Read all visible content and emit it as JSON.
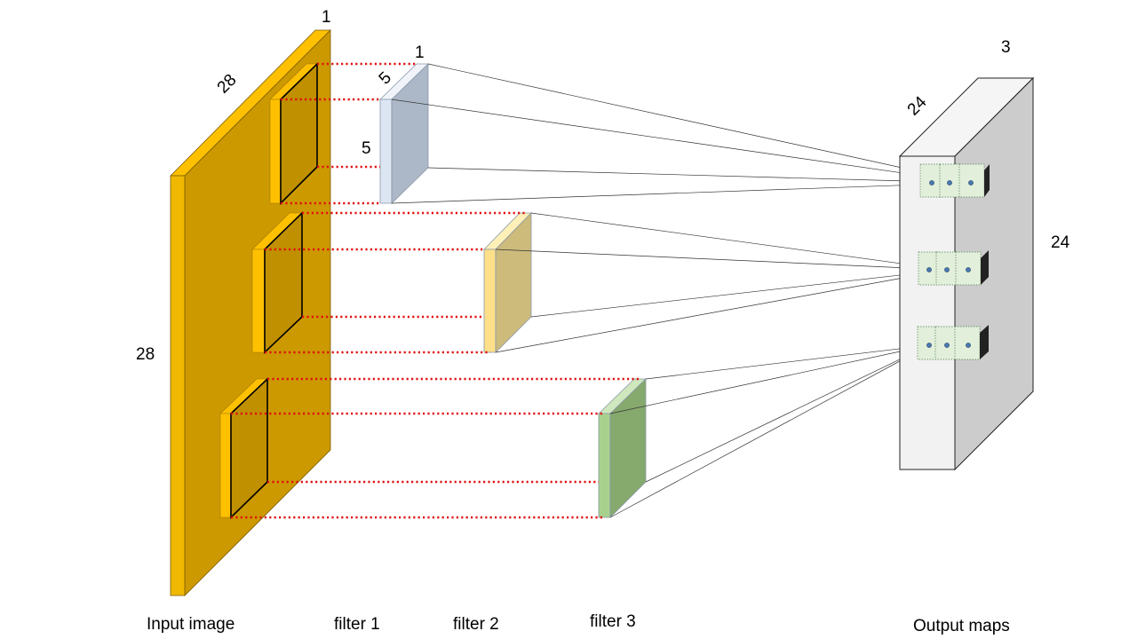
{
  "input": {
    "caption": "Input image",
    "depth_label": "1",
    "width_label": "28",
    "height_label": "28",
    "colors": {
      "front": "#cc9900",
      "side": "#f0b800",
      "top": "#ffc000"
    }
  },
  "filters": [
    {
      "caption": "filter 1",
      "depth_label": "1",
      "width_label": "5",
      "height_label": "5",
      "colors": {
        "front": "#acb8c8",
        "side": "#dce6f2",
        "top": "#f0f4fa"
      }
    },
    {
      "caption": "filter 2",
      "colors": {
        "front": "#cdbb7c",
        "side": "#ffe08a",
        "top": "#fff0b8"
      }
    },
    {
      "caption": "filter 3",
      "colors": {
        "front": "#86a96e",
        "side": "#a9d18e",
        "top": "#cfe7bd"
      }
    }
  ],
  "output": {
    "caption": "Output maps",
    "depth_label": "3",
    "width_label": "24",
    "height_label": "24",
    "colors": {
      "front": "#f2f2f2",
      "side": "#cccccc",
      "top": "#f5f5f5",
      "cell": "#e2efda"
    }
  },
  "connection_color": "#e01010"
}
